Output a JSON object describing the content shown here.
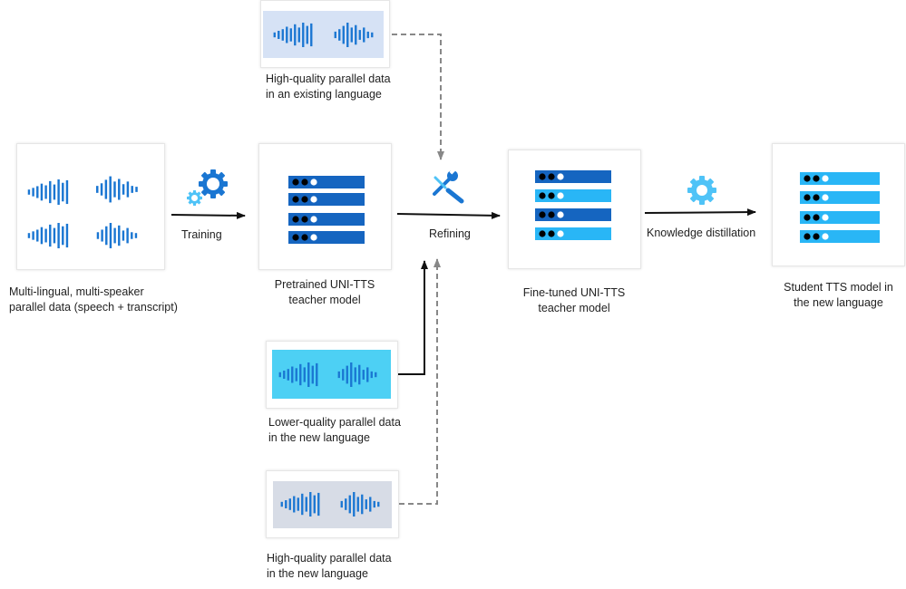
{
  "colors": {
    "wave_blue": "#1a76d2",
    "server_dark": "#1565c0",
    "server_light": "#29b6f6",
    "gear_dark": "#1a76d2",
    "gear_light": "#4fc3f7",
    "bg_gray_blue": "#d6e2f5",
    "bg_cyan": "#4dd0f4",
    "bg_gray": "#d7dce6",
    "arrow": "#111111",
    "dashed": "#888888"
  },
  "inputs": {
    "multilingual": {
      "line1": "Multi-lingual, multi-speaker",
      "line2": "parallel data (speech + transcript)",
      "icon": "waveform-grid-icon"
    },
    "existing_lang": {
      "line1": "High-quality parallel data",
      "line2": "in an existing language",
      "icon": "waveform-pair-icon"
    },
    "lower_quality": {
      "line1": "Lower-quality parallel data",
      "line2": "in the new language",
      "icon": "waveform-pair-icon"
    },
    "high_new": {
      "line1": "High-quality parallel data",
      "line2": "in the new language",
      "icon": "waveform-pair-icon"
    }
  },
  "models": {
    "pretrained": {
      "line1": "Pretrained UNI-TTS",
      "line2": "teacher model",
      "icon": "server-stack-icon"
    },
    "finetuned": {
      "line1": "Fine-tuned UNI-TTS",
      "line2": "teacher model",
      "icon": "server-stack-icon"
    },
    "student": {
      "line1": "Student TTS model in",
      "line2": "the new language",
      "icon": "server-stack-icon"
    }
  },
  "steps": {
    "training": {
      "label": "Training",
      "icon": "gears-icon"
    },
    "refining": {
      "label": "Refining",
      "icon": "wrench-screwdriver-icon"
    },
    "distillation": {
      "label": "Knowledge distillation",
      "icon": "gear-icon"
    }
  }
}
